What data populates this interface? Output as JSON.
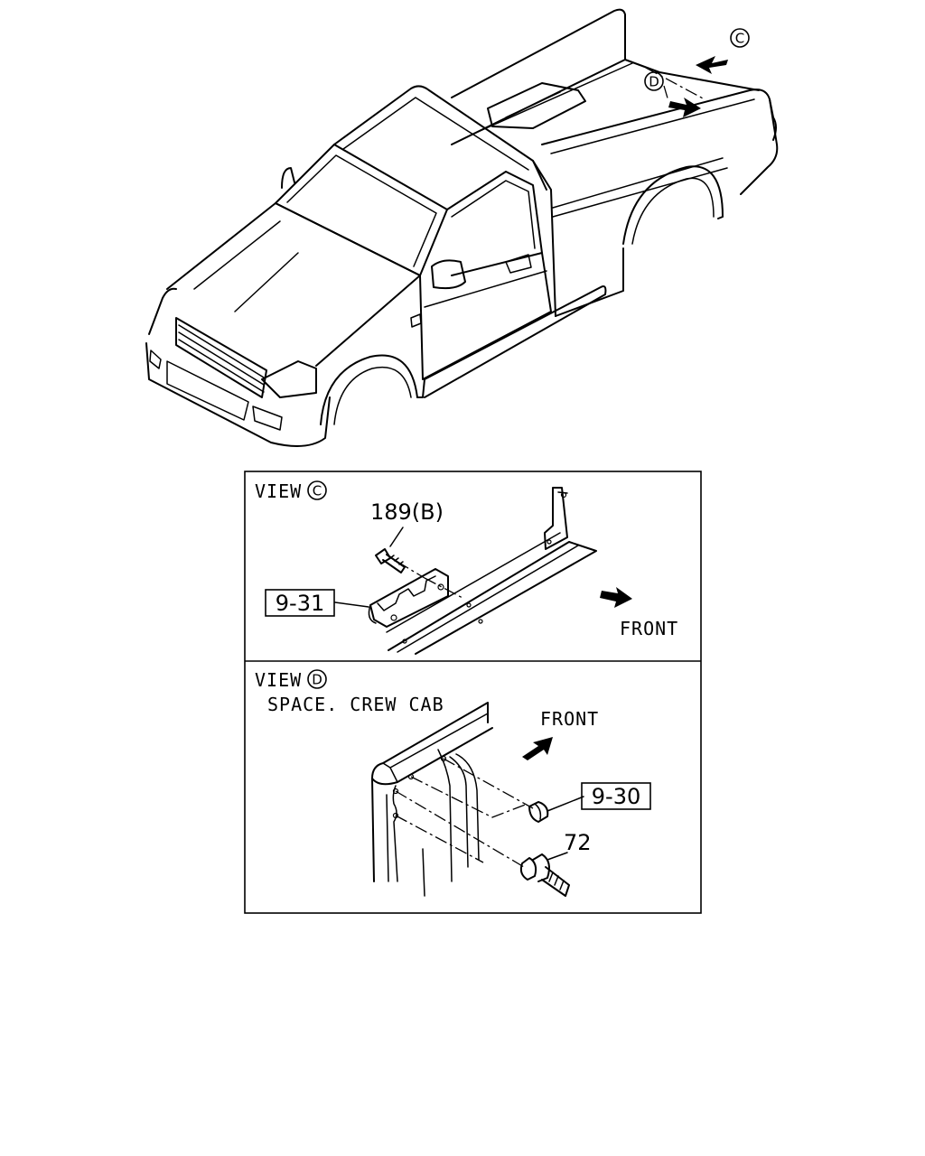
{
  "overview": {
    "callout_c": "C",
    "callout_d": "D"
  },
  "view_c": {
    "view_label": "VIEW",
    "view_letter": "C",
    "part_bolt": "189(B)",
    "part_clip": "9-31",
    "direction": "FRONT"
  },
  "view_d": {
    "view_label": "VIEW",
    "view_letter": "D",
    "subtitle": "SPACE. CREW CAB",
    "direction": "FRONT",
    "part_cap": "9-30",
    "part_stud": "72"
  }
}
